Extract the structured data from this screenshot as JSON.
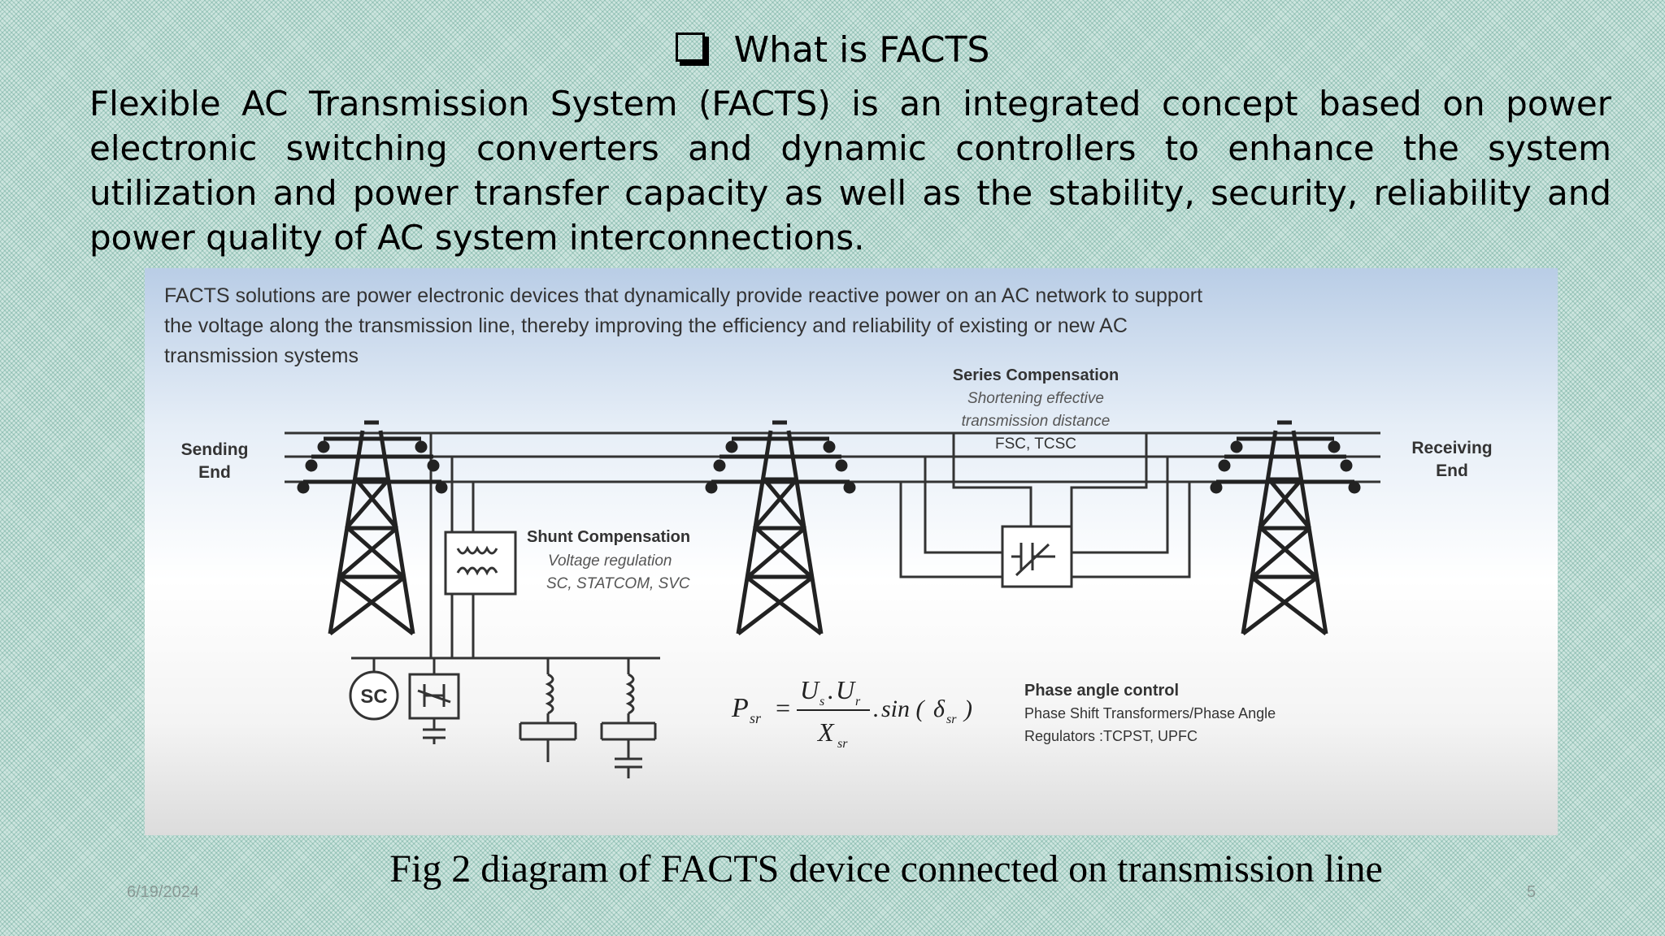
{
  "slide": {
    "title": "What is  FACTS",
    "paragraph": "Flexible AC Transmission System (FACTS) is an integrated concept based on power electronic switching converters and dynamic controllers to enhance the system utilization and power transfer capacity as well as the stability, security, reliability and power quality of AC system interconnections.",
    "caption": "Fig 2 diagram of FACTS device connected on transmission line",
    "date": "6/19/2024",
    "page_number": "5"
  },
  "figure": {
    "intro_lines": [
      "FACTS solutions are power electronic devices that dynamically provide reactive power on an AC network to support",
      "the voltage along the transmission line, thereby improving the efficiency  and reliability of existing or  new  AC",
      "transmission systems"
    ],
    "sending_end": [
      "Sending",
      "End"
    ],
    "receiving_end": [
      "Receiving",
      "End"
    ],
    "series": {
      "title": "Series Compensation",
      "desc1": "Shortening effective",
      "desc2": "transmission distance",
      "types": "FSC, TCSC"
    },
    "shunt": {
      "title": "Shunt Compensation",
      "desc": "Voltage regulation",
      "types": "SC, STATCOM, SVC"
    },
    "phase": {
      "title": "Phase angle control",
      "desc1": "Phase Shift Transformers/Phase Angle",
      "desc2": "Regulators :TCPST, UPFC"
    },
    "sc_label": "SC",
    "formula": {
      "lhs": "P",
      "lhs_sub": "sr",
      "num": "U",
      "num_sub1": "s",
      "num_sub2": "r",
      "den": "X",
      "den_sub": "sr",
      "sin_text": "sin (",
      "delta": "δ",
      "delta_sub": "sr",
      "close": ")"
    }
  }
}
